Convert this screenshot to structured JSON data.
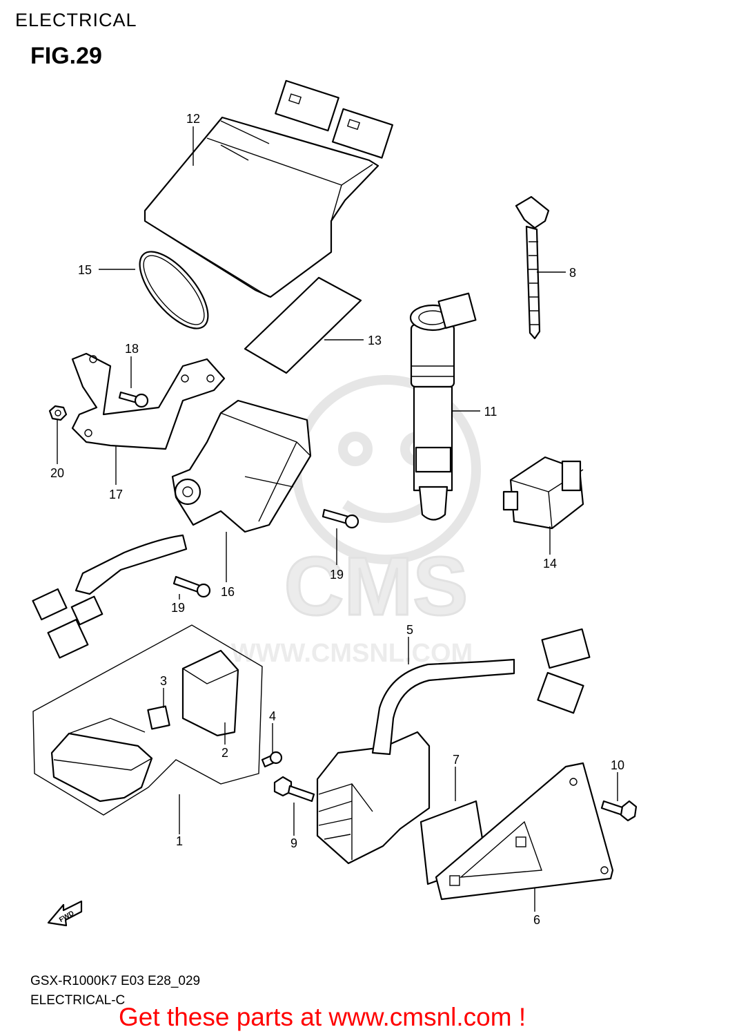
{
  "section_title": "ELECTRICAL",
  "figure_title": "FIG.29",
  "callouts": [
    "1",
    "2",
    "3",
    "4",
    "5",
    "6",
    "7",
    "8",
    "9",
    "10",
    "11",
    "12",
    "13",
    "14",
    "15",
    "16",
    "17",
    "18",
    "19",
    "19",
    "20"
  ],
  "direction_label": "FWD",
  "watermark": {
    "brand": "CMS",
    "url": "WWW.CMSNL.COM"
  },
  "footer": {
    "model_code": "GSX-R1000K7 E03 E28_029",
    "subtitle": "ELECTRICAL-C"
  },
  "cta": "Get these parts at www.cmsnl.com !",
  "colors": {
    "cta": "#ff0000",
    "watermark": "#e6e6e6"
  }
}
